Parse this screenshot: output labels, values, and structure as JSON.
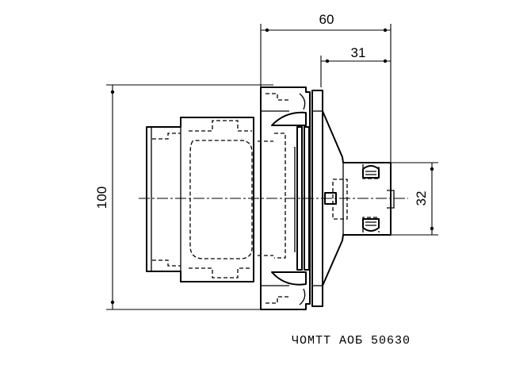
{
  "drawing": {
    "dimensions": {
      "overall_length": "60",
      "shank_length": "31",
      "flange_diameter": "100",
      "shank_diameter": "32"
    },
    "part_code": "ЧОМТТ АОБ 50630"
  }
}
